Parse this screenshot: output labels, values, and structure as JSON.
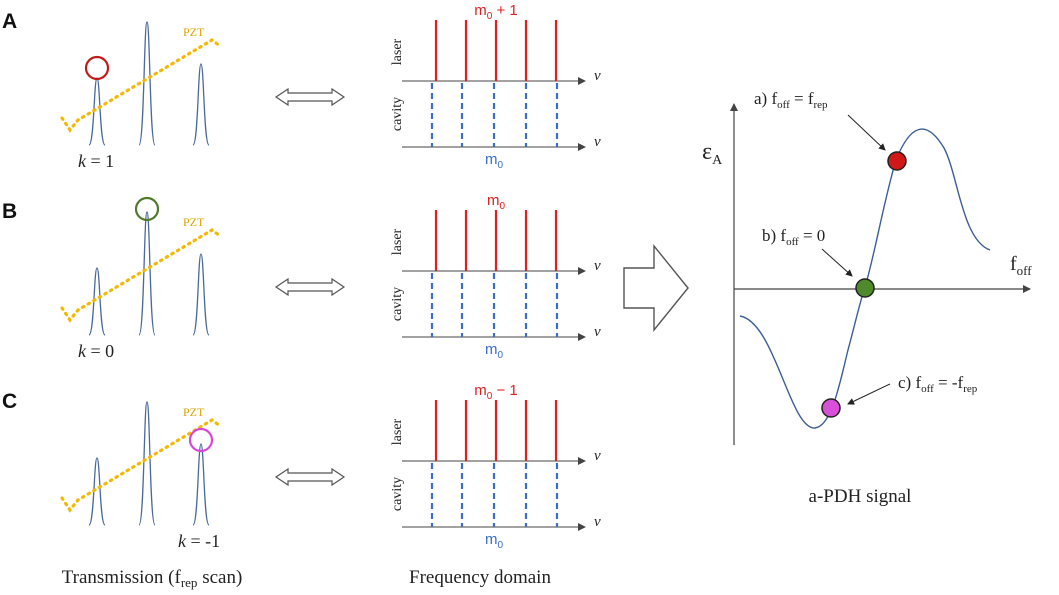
{
  "colors": {
    "trace": "#4a6a9c",
    "pzt": "#f5b800",
    "laser": "#e02020",
    "cavity": "#3a6ec8",
    "axis": "#444444",
    "curve": "#3c5f94",
    "ring_a": "#c21a1a",
    "ring_b": "#4e7a2a",
    "ring_c": "#d846d8",
    "dot_a": "#d01818",
    "dot_b": "#4e8a2c",
    "dot_c": "#d84fd8"
  },
  "panels": [
    {
      "letter": "A",
      "pzt_label": "PZT",
      "k_label": "= 1",
      "comb_top_label": "m",
      "comb_top_sub": "0",
      "comb_top_suffix": " + 1",
      "comb_bottom_label": "m",
      "comb_bottom_sub": "0",
      "highlight": "left"
    },
    {
      "letter": "B",
      "pzt_label": "PZT",
      "k_label": "= 0",
      "comb_top_label": "m",
      "comb_top_sub": "0",
      "comb_top_suffix": "",
      "comb_bottom_label": "m",
      "comb_bottom_sub": "0",
      "highlight": "center"
    },
    {
      "letter": "C",
      "pzt_label": "PZT",
      "k_label": "= -1",
      "comb_top_label": "m",
      "comb_top_sub": "0",
      "comb_top_suffix": " − 1",
      "comb_bottom_label": "m",
      "comb_bottom_sub": "0",
      "highlight": "right"
    }
  ],
  "k_symbol": "k",
  "laser_label": "laser",
  "cavity_label": "cavity",
  "nu_symbol": "ν",
  "bottom_labels": {
    "transmission_main": "Transmission (f",
    "transmission_sub": "rep",
    "transmission_end": " scan)",
    "frequency_domain": "Frequency domain",
    "apdh": "a-PDH signal"
  },
  "pdh": {
    "y_axis": "ε",
    "y_axis_sub": "A",
    "x_axis": "f",
    "x_axis_sub": "off",
    "label_a_pre": "a) f",
    "label_a_sub1": "off",
    "label_a_eq": " = f",
    "label_a_sub2": "rep",
    "label_b_pre": "b) f",
    "label_b_sub1": "off",
    "label_b_eq": " = 0",
    "label_c_pre": "c) f",
    "label_c_sub1": "off",
    "label_c_eq": " = -f",
    "label_c_sub2": "rep"
  }
}
